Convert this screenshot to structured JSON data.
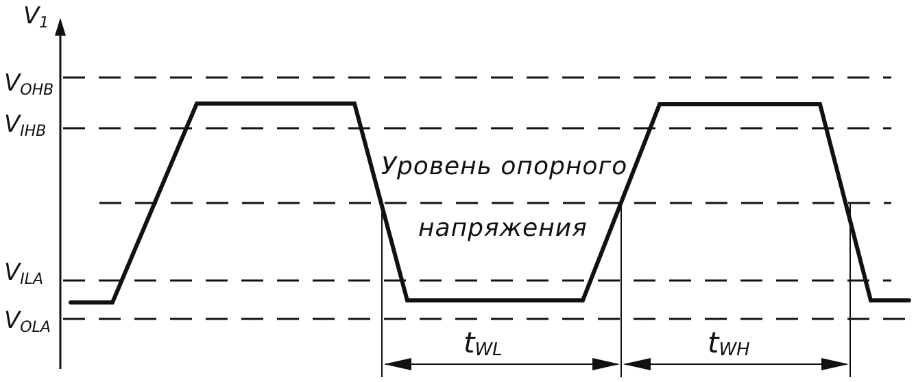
{
  "axis": {
    "main": "V",
    "sub": "1"
  },
  "levels": [
    {
      "id": "v-ohb",
      "main": "V",
      "sub": "OHB"
    },
    {
      "id": "v-ihb",
      "main": "V",
      "sub": "IHB"
    },
    {
      "id": "v-ila",
      "main": "V",
      "sub": "ILA"
    },
    {
      "id": "v-ola",
      "main": "V",
      "sub": "OLA"
    }
  ],
  "reference_label": {
    "line1": "Уровень опорного",
    "line2": "напряжения"
  },
  "intervals": [
    {
      "id": "t-wl",
      "main": "t",
      "sub": "WL"
    },
    {
      "id": "t-wh",
      "main": "t",
      "sub": "WH"
    }
  ]
}
